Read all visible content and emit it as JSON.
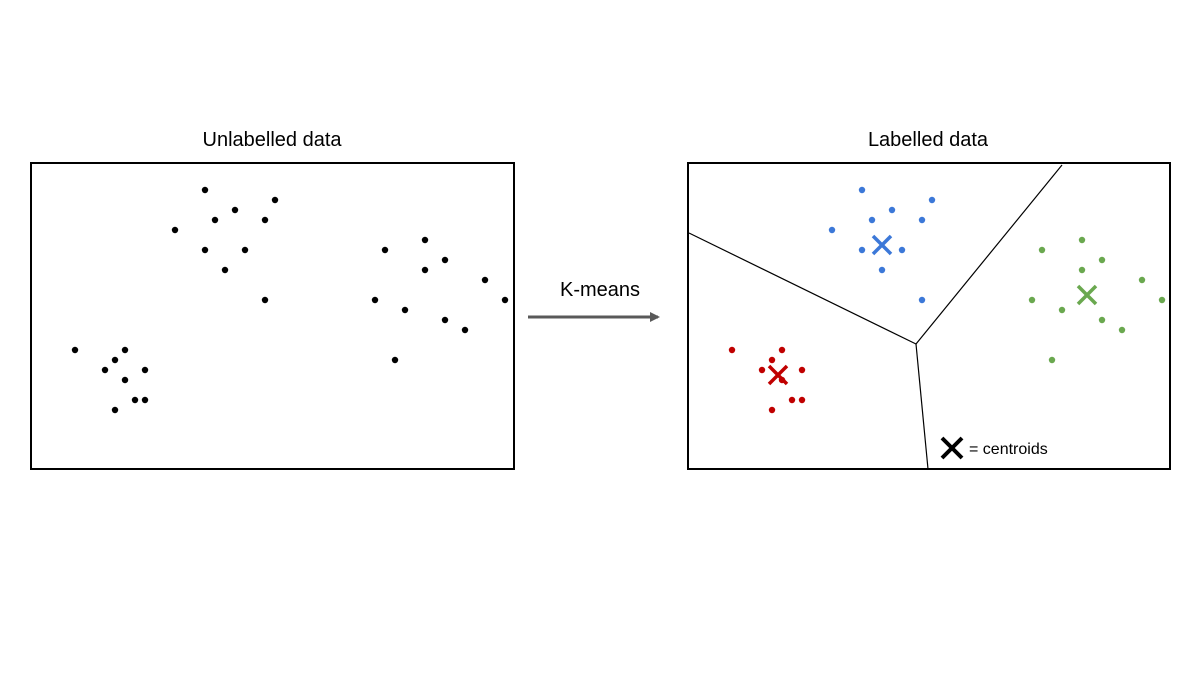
{
  "titles": {
    "left": "Unlabelled data",
    "right": "Labelled data"
  },
  "arrow": {
    "label": "K-means"
  },
  "legend": {
    "text": "= centroids"
  },
  "colors": {
    "unlabelled": "#000000",
    "red": "#c00000",
    "blue": "#3c78d8",
    "green": "#6aa84f",
    "legend_mark": "#000000",
    "arrow": "#595959"
  },
  "points": {
    "left_cluster": [
      [
        75,
        350
      ],
      [
        125,
        350
      ],
      [
        115,
        360
      ],
      [
        105,
        370
      ],
      [
        145,
        370
      ],
      [
        125,
        380
      ],
      [
        135,
        400
      ],
      [
        145,
        400
      ],
      [
        115,
        410
      ]
    ],
    "top_cluster": [
      [
        205,
        190
      ],
      [
        275,
        200
      ],
      [
        235,
        210
      ],
      [
        215,
        220
      ],
      [
        265,
        220
      ],
      [
        175,
        230
      ],
      [
        205,
        250
      ],
      [
        245,
        250
      ],
      [
        225,
        270
      ],
      [
        265,
        300
      ]
    ],
    "right_cluster": [
      [
        425,
        240
      ],
      [
        385,
        250
      ],
      [
        445,
        260
      ],
      [
        425,
        270
      ],
      [
        485,
        280
      ],
      [
        375,
        300
      ],
      [
        505,
        300
      ],
      [
        405,
        310
      ],
      [
        445,
        320
      ],
      [
        465,
        330
      ],
      [
        395,
        360
      ]
    ]
  },
  "labelled": {
    "red": [
      [
        732,
        350
      ],
      [
        782,
        350
      ],
      [
        772,
        360
      ],
      [
        762,
        370
      ],
      [
        802,
        370
      ],
      [
        782,
        380
      ],
      [
        792,
        400
      ],
      [
        802,
        400
      ],
      [
        772,
        410
      ]
    ],
    "blue": [
      [
        862,
        190
      ],
      [
        932,
        200
      ],
      [
        892,
        210
      ],
      [
        872,
        220
      ],
      [
        922,
        220
      ],
      [
        832,
        230
      ],
      [
        862,
        250
      ],
      [
        902,
        250
      ],
      [
        882,
        270
      ],
      [
        922,
        300
      ]
    ],
    "green": [
      [
        1082,
        240
      ],
      [
        1042,
        250
      ],
      [
        1102,
        260
      ],
      [
        1082,
        270
      ],
      [
        1142,
        280
      ],
      [
        1032,
        300
      ],
      [
        1162,
        300
      ],
      [
        1062,
        310
      ],
      [
        1102,
        320
      ],
      [
        1122,
        330
      ],
      [
        1052,
        360
      ]
    ]
  },
  "centroids": {
    "red": [
      778,
      375
    ],
    "blue": [
      882,
      245
    ],
    "green": [
      1087,
      295
    ]
  },
  "boundaries": [
    [
      [
        689,
        233
      ],
      [
        916,
        344
      ]
    ],
    [
      [
        916,
        344
      ],
      [
        1062,
        165
      ]
    ],
    [
      [
        916,
        344
      ],
      [
        928,
        469
      ]
    ]
  ]
}
